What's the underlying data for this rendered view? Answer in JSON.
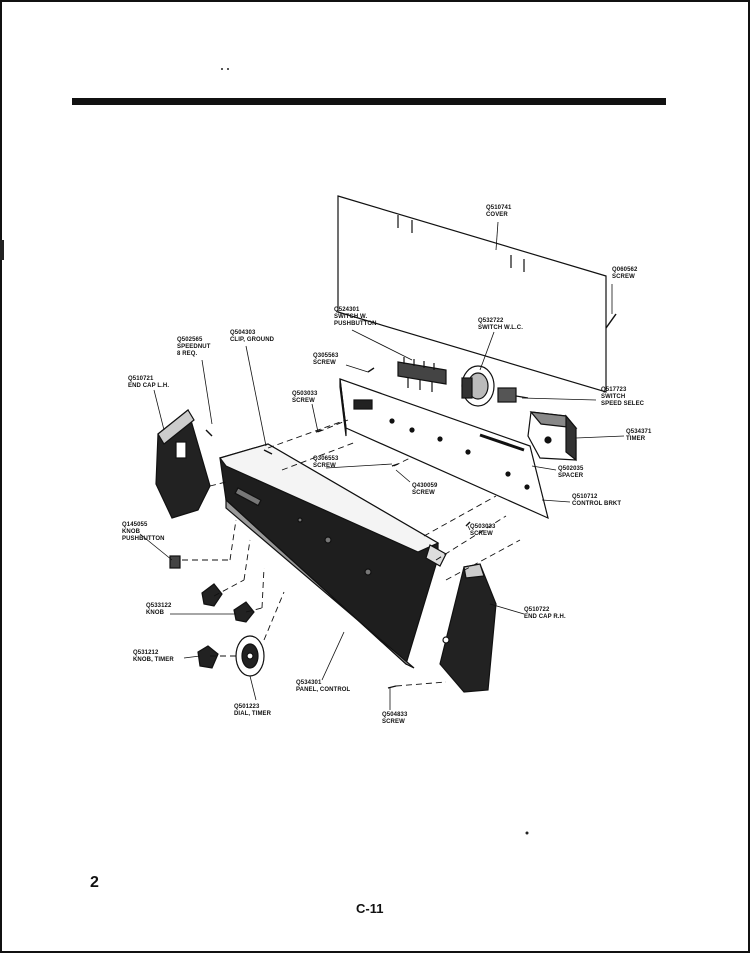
{
  "page": {
    "page_number": "2",
    "sheet_code": "C-11"
  },
  "parts": [
    {
      "key": "cover",
      "part": "Q510741",
      "desc": [
        "COVER"
      ]
    },
    {
      "key": "screw_a",
      "part": "Q060562",
      "desc": [
        "SCREW"
      ]
    },
    {
      "key": "switch_push",
      "part": "Q524301",
      "desc": [
        "SWITCH W.",
        "PUSHBUTTON"
      ]
    },
    {
      "key": "switch_wlc",
      "part": "Q532722",
      "desc": [
        "SWITCH W.L.C."
      ]
    },
    {
      "key": "speednut",
      "part": "Q502565",
      "desc": [
        "SPEEDNUT",
        "8 REQ."
      ]
    },
    {
      "key": "clip",
      "part": "Q504303",
      "desc": [
        "CLIP, GROUND"
      ]
    },
    {
      "key": "screw_b",
      "part": "Q305563",
      "desc": [
        "SCREW"
      ]
    },
    {
      "key": "endcap_lh",
      "part": "Q510721",
      "desc": [
        "END CAP L.H."
      ]
    },
    {
      "key": "screw_c",
      "part": "Q503033",
      "desc": [
        "SCREW"
      ]
    },
    {
      "key": "switch_speed",
      "part": "Q517723",
      "desc": [
        "SWITCH",
        "SPEED SELEC"
      ]
    },
    {
      "key": "timer",
      "part": "Q534371",
      "desc": [
        "TIMER"
      ]
    },
    {
      "key": "screw_d",
      "part": "Q306553",
      "desc": [
        "SCREW"
      ]
    },
    {
      "key": "spacer",
      "part": "Q502035",
      "desc": [
        "SPACER"
      ]
    },
    {
      "key": "screw_e",
      "part": "Q430059",
      "desc": [
        "SCREW"
      ]
    },
    {
      "key": "control_brkt",
      "part": "Q510712",
      "desc": [
        "CONTROL BRKT"
      ]
    },
    {
      "key": "knob_push",
      "part": "Q145055",
      "desc": [
        "KNOB",
        "PUSHBUTTON"
      ]
    },
    {
      "key": "screw_f",
      "part": "Q503033",
      "desc": [
        "SCREW"
      ]
    },
    {
      "key": "knob",
      "part": "Q533122",
      "desc": [
        "KNOB"
      ]
    },
    {
      "key": "endcap_rh",
      "part": "Q510722",
      "desc": [
        "END CAP R.H."
      ]
    },
    {
      "key": "knob_timer",
      "part": "Q531212",
      "desc": [
        "KNOB, TIMER"
      ]
    },
    {
      "key": "panel",
      "part": "Q534301",
      "desc": [
        "PANEL, CONTROL"
      ]
    },
    {
      "key": "screw_g",
      "part": "Q504833",
      "desc": [
        "SCREW"
      ]
    },
    {
      "key": "dial",
      "part": "Q501223",
      "desc": [
        "DIAL, TIMER"
      ]
    }
  ]
}
